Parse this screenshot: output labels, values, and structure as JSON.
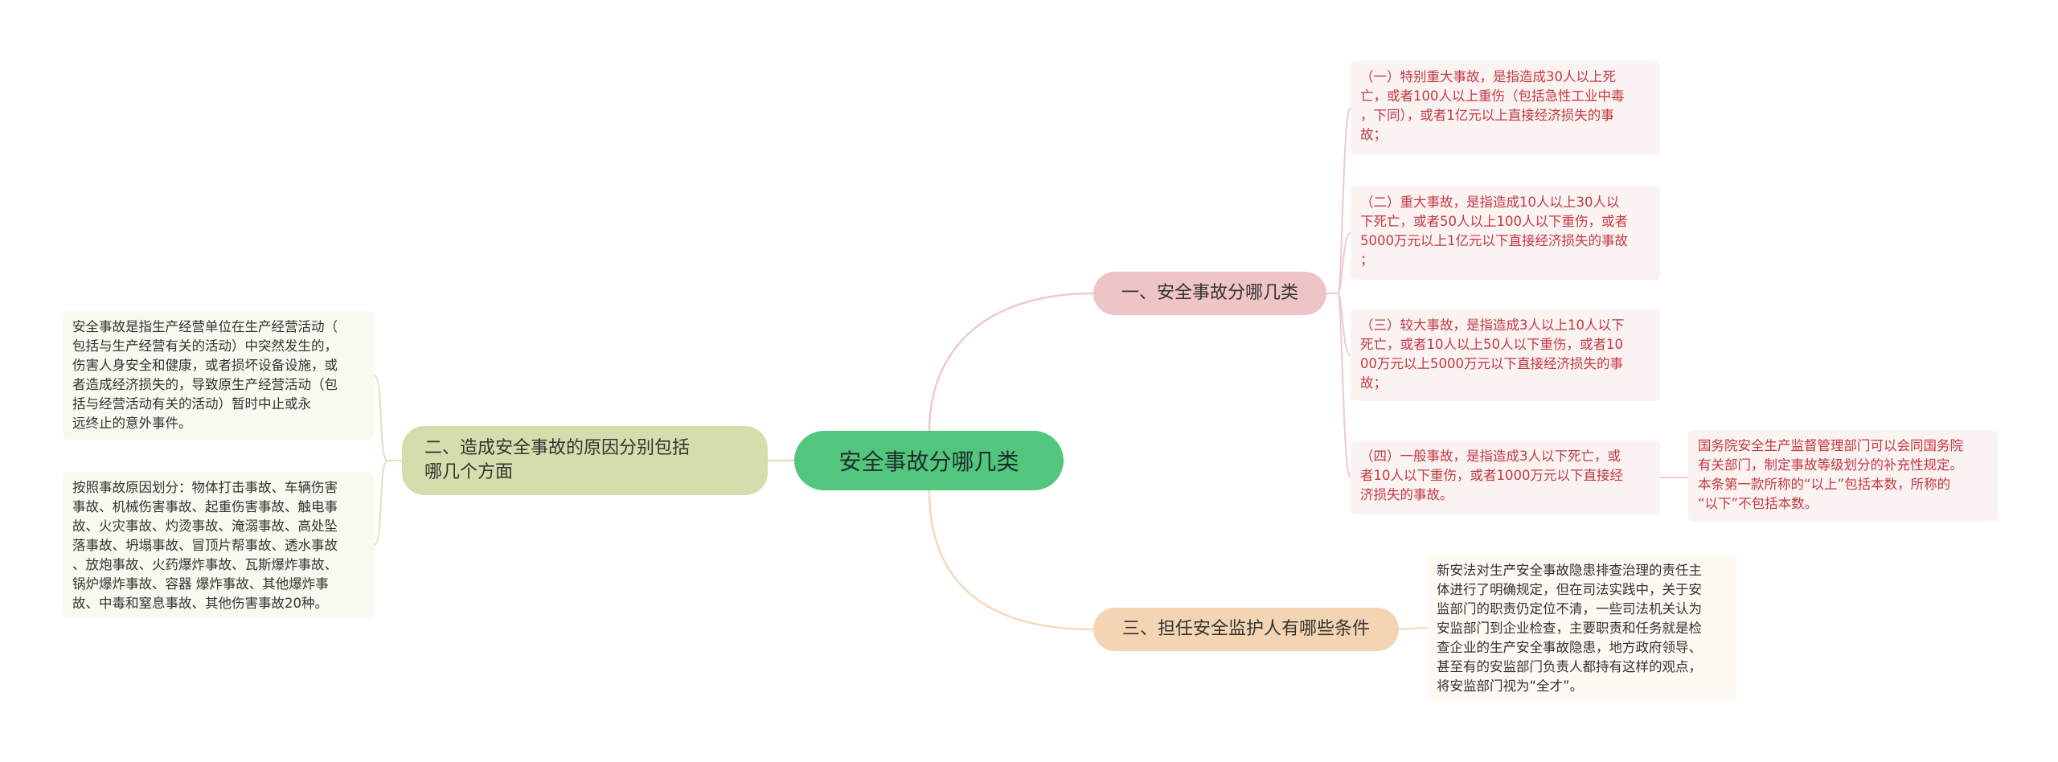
{
  "center": {
    "label": "安全事故分哪几类"
  },
  "branches": [
    {
      "label": "一、安全事故分哪几类",
      "leaves": [
        {
          "text": "（一）特别重大事故，是指造成30人以上死\n亡，或者100人以上重伤（包括急性工业中毒\n，下同），或者1亿元以上直接经济损失的事\n故；"
        },
        {
          "text": "（二）重大事故，是指造成10人以上30人以\n下死亡，或者50人以上100人以下重伤，或者\n5000万元以上1亿元以下直接经济损失的事故\n；"
        },
        {
          "text": "（三）较大事故，是指造成3人以上10人以下\n死亡，或者10人以上50人以下重伤，或者10\n00万元以上5000万元以下直接经济损失的事\n故；"
        },
        {
          "text": "（四）一般事故，是指造成3人以下死亡，或\n者10人以下重伤，或者1000万元以下直接经\n济损失的事故。",
          "child": "国务院安全生产监督管理部门可以会同国务院\n有关部门，制定事故等级划分的补充性规定。\n本条第一款所称的“以上”包括本数，所称的\n“以下”不包括本数。"
        }
      ]
    },
    {
      "label": "二、造成安全事故的原因分别包括\n哪几个方面",
      "leaves": [
        {
          "text": "安全事故是指生产经营单位在生产经营活动（\n包括与生产经营有关的活动）中突然发生的，\n伤害人身安全和健康，或者损坏设备设施，或\n者造成经济损失的，导致原生产经营活动（包\n括与经营活动有关的活动）暂时中止或永\n远终止的意外事件。"
        },
        {
          "text": "按照事故原因划分：物体打击事故、车辆伤害\n事故、机械伤害事故、起重伤害事故、触电事\n故、火灾事故、灼烫事故、淹溺事故、高处坠\n落事故、坍塌事故、冒顶片帮事故、透水事故\n、放炮事故、火药爆炸事故、瓦斯爆炸事故、\n锅炉爆炸事故、容器 爆炸事故、其他爆炸事\n故、中毒和窒息事故、其他伤害事故20种。"
        }
      ]
    },
    {
      "label": "三、担任安全监护人有哪些条件",
      "leaves": [
        {
          "text": "新安法对生产安全事故隐患排查治理的责任主\n体进行了明确规定，但在司法实践中，关于安\n监部门的职责仍定位不清，一些司法机关认为\n安监部门到企业检查，主要职责和任务就是检\n查企业的生产安全事故隐患，地方政府领导、\n甚至有的安监部门负责人都持有这样的观点，\n将安监部门视为“全才”。"
        }
      ]
    }
  ],
  "colors": {
    "center": "#52c67c",
    "branch1": "#eec4c7",
    "branch2": "#d7dcad",
    "branch3": "#f4d5b3",
    "leaf1_text": "#c23a44"
  }
}
